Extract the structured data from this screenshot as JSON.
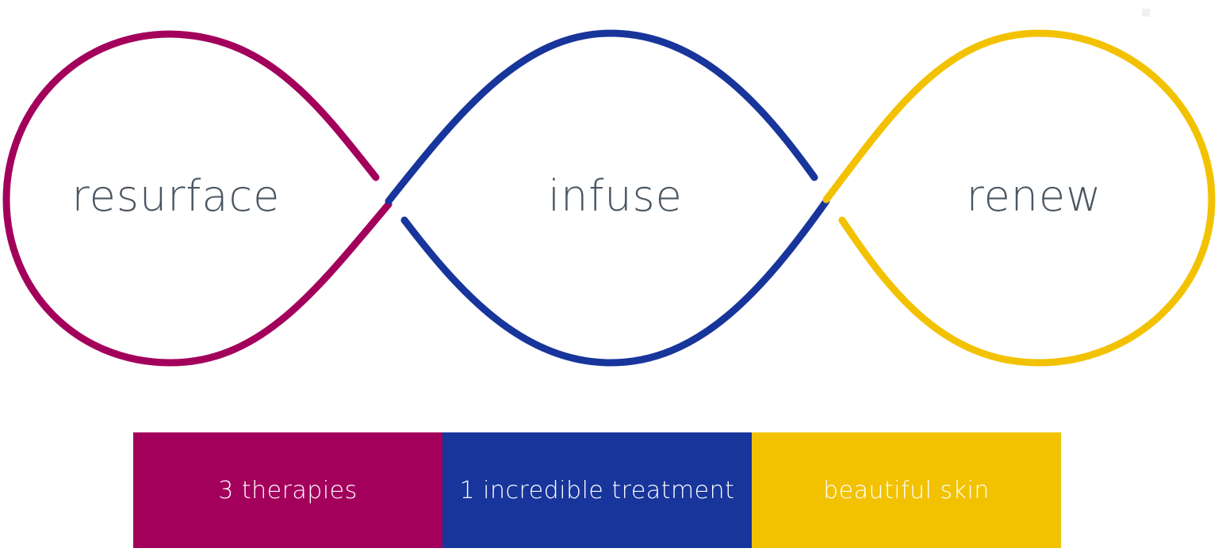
{
  "colors": {
    "magenta": "#a3005c",
    "blue": "#17359b",
    "yellow": "#f2c200",
    "label_text": "#4a5661",
    "bar_text": "#ffffff"
  },
  "loops": [
    {
      "label": "resurface",
      "color": "#a3005c"
    },
    {
      "label": "infuse",
      "color": "#17359b"
    },
    {
      "label": "renew",
      "color": "#f2c200"
    }
  ],
  "bar": [
    {
      "label": "3 therapies",
      "color": "#a3005c"
    },
    {
      "label": "1 incredible treatment",
      "color": "#17359b"
    },
    {
      "label": "beautiful skin",
      "color": "#f2c200"
    }
  ]
}
